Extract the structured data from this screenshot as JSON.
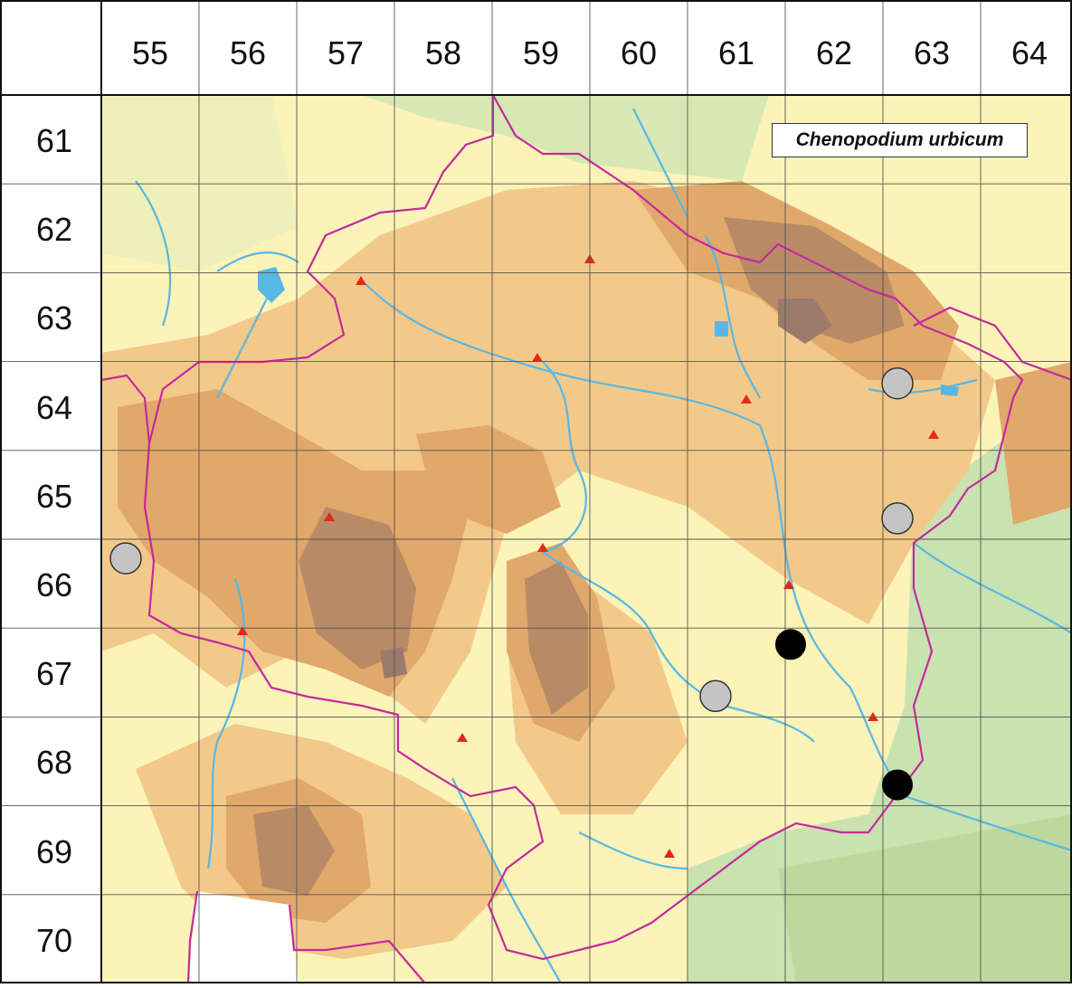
{
  "map": {
    "species_label": "Chenopodium urbicum",
    "columns": [
      "55",
      "56",
      "57",
      "58",
      "59",
      "60",
      "61",
      "62",
      "63",
      "64"
    ],
    "rows": [
      "61",
      "62",
      "63",
      "64",
      "65",
      "66",
      "67",
      "68",
      "69",
      "70"
    ],
    "colors": {
      "lowland": "#fbf3b8",
      "hills": "#f3c98a",
      "uplands": "#e0a86a",
      "mountains": "#b98a66",
      "peaks": "#9b7b6c",
      "green_lowland": "#c9e2b0",
      "water": "#58b7e4",
      "border": "#c42a9d",
      "record_present": "#000000",
      "record_old": "#c4c4c4",
      "town_marker": "#e02a17"
    },
    "records_present": [
      {
        "col": "61",
        "row": "67"
      },
      {
        "col": "63",
        "row": "68"
      }
    ],
    "records_old": [
      {
        "col": "63",
        "row": "64"
      },
      {
        "col": "63",
        "row": "65"
      },
      {
        "col": "55",
        "row": "66"
      },
      {
        "col": "61",
        "row": "67"
      }
    ]
  }
}
